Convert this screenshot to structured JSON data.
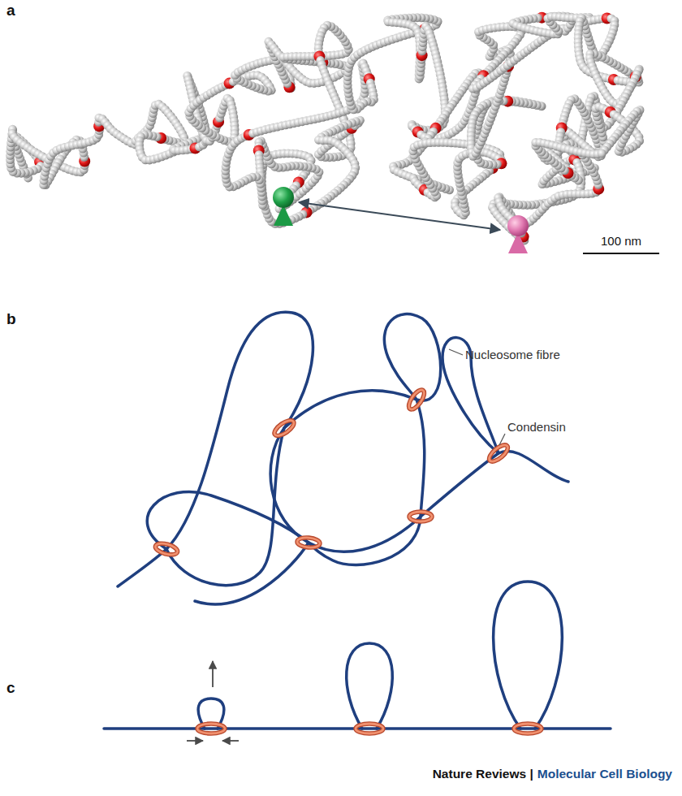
{
  "diagram": {
    "labels": [
      "a",
      "b",
      "c",
      "100 nm",
      "Nucleosome fibre",
      "Condensin",
      "Nature Reviews |",
      "Molecular Cell Biology"
    ]
  }
}
